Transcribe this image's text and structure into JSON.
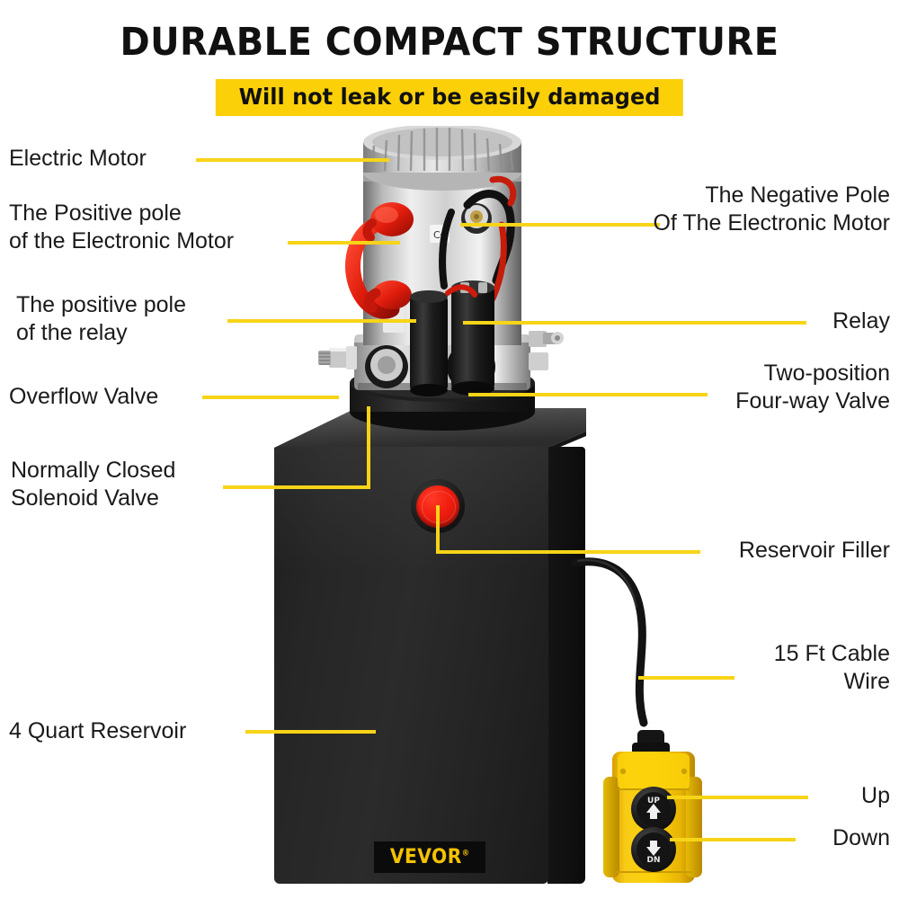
{
  "header": {
    "title": "DURABLE COMPACT STRUCTURE",
    "subtitle": "Will not leak or be easily damaged",
    "banner_color": "#FBD008"
  },
  "theme": {
    "leader_line_color": "#F7D417",
    "text_color": "#1a1a1a",
    "background": "#ffffff",
    "tank_color": "#262626",
    "filler_cap_color": "#ee1c0e",
    "pendant_color": "#F5C200"
  },
  "callouts": {
    "left": [
      {
        "name": "electric-motor",
        "text": "Electric Motor"
      },
      {
        "name": "positive-pole-motor",
        "text": "The Positive pole\nof the Electronic Motor"
      },
      {
        "name": "positive-pole-relay",
        "text": "The positive pole\nof the relay"
      },
      {
        "name": "overflow-valve",
        "text": "Overflow Valve"
      },
      {
        "name": "solenoid-valve",
        "text": "Normally Closed\nSolenoid Valve"
      },
      {
        "name": "reservoir",
        "text": "4 Quart Reservoir"
      }
    ],
    "right": [
      {
        "name": "negative-pole-motor",
        "text": "The Negative Pole\nOf The Electronic Motor"
      },
      {
        "name": "relay",
        "text": "Relay"
      },
      {
        "name": "four-way-valve",
        "text": "Two-position\nFour-way Valve"
      },
      {
        "name": "reservoir-filler",
        "text": "Reservoir Filler"
      },
      {
        "name": "cable-wire",
        "text": "15 Ft Cable\nWire"
      },
      {
        "name": "up",
        "text": "Up"
      },
      {
        "name": "down",
        "text": "Down"
      }
    ]
  },
  "product": {
    "brand": "VEVOR",
    "brand_mark": "®",
    "pendant": {
      "up_button_label": "UP",
      "down_button_label": "DN"
    }
  }
}
